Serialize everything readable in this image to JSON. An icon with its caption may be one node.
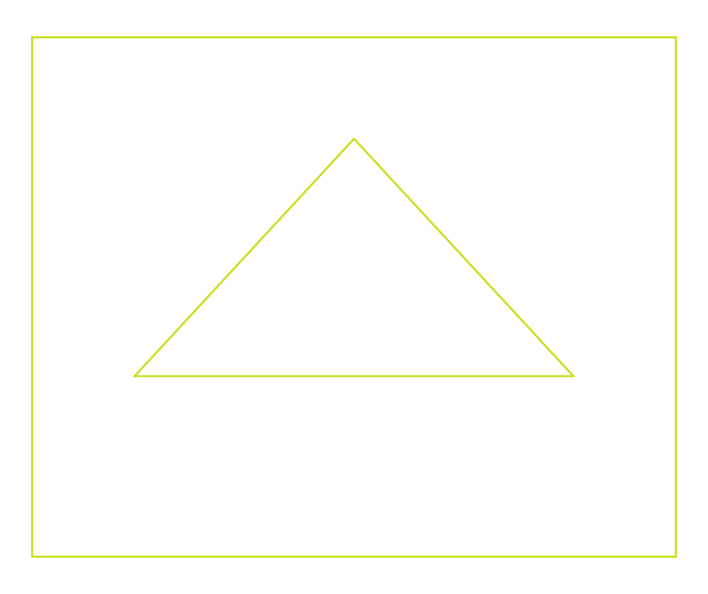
{
  "diagram": {
    "nodes": [
      {
        "text": [],
        "shape": "box"
      },
      {
        "text": [],
        "shape": "triangle",
        "in": 0
      }
    ]
  }
}
